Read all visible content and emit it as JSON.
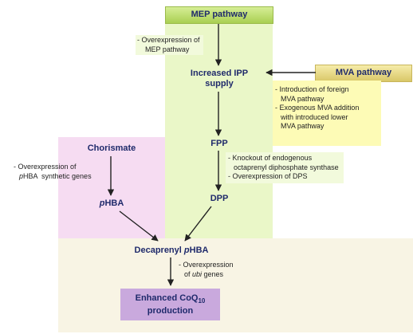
{
  "headers": {
    "mep": "MEP pathway",
    "mva": "MVA pathway"
  },
  "nodes": {
    "increased_ipp_line1": "Increased IPP",
    "increased_ipp_line2": "supply",
    "fpp": "FPP",
    "dpp": "DPP",
    "chorismate": "Chorismate",
    "phba_prefix": "p",
    "phba_main": "HBA",
    "decaprenyl_main": "Decaprenyl ",
    "decaprenyl_p": "p",
    "decaprenyl_suffix": "HBA",
    "coq_prefix": "Enhanced CoQ",
    "coq_sub": "10",
    "coq_line2": "production"
  },
  "notes": {
    "mep_overexp_line1": "- Overexpression of",
    "mep_overexp_line2": "MEP pathway",
    "mva_line1": "- Introduction of foreign",
    "mva_line2": "MVA pathway",
    "mva_line3": "- Exogenous MVA addition",
    "mva_line4": "with introduced lower",
    "mva_line5": "MVA pathway",
    "fpp_line1": "- Knockout of endogenous",
    "fpp_line2": "octaprenyl diphosphate synthase",
    "fpp_line3": "- Overexpression of DPS",
    "phba_genes_line1": "- Overexpression of",
    "phba_genes_p": "p",
    "phba_genes_rest": "HBA  synthetic genes",
    "ubi_line1": "- Overexpression",
    "ubi_of": "of ",
    "ubi_italic": "ubi",
    "ubi_rest": " genes"
  },
  "colors": {
    "mep_region": "#eaf7c8",
    "bottom_region": "#f8f4e4",
    "chorismate_region": "#f6dcf2",
    "mva_note_box": "#fdfbb6",
    "coq_box": "#c9a9dd",
    "note_bg_green": "#f2fadc",
    "header_green": "#c4e37a",
    "header_yellow": "#ecdf8e",
    "arrow": "#222222",
    "node_text": "#1f2a6b"
  }
}
